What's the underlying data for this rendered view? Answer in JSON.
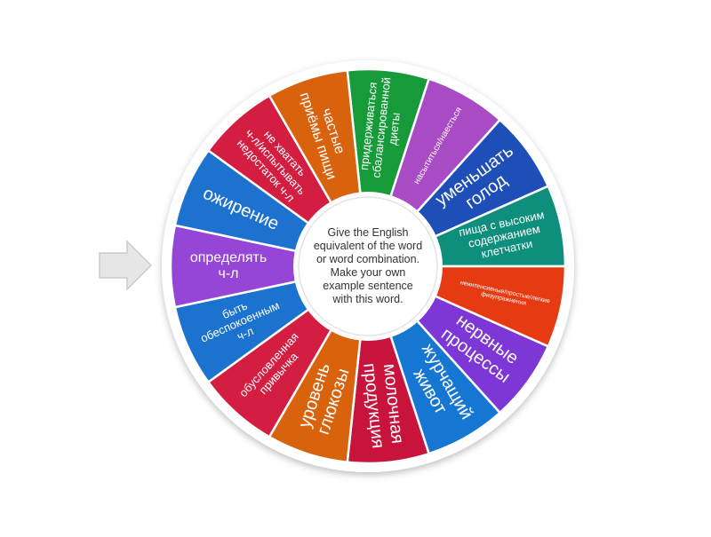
{
  "center": {
    "instruction": "Give the English\nequivalent of the word\nor word combination.\nMake your own\nexample sentence\nwith this word."
  },
  "pointer": {
    "icon": "arrow-right-icon",
    "color": "#e6e6e6"
  },
  "segments": [
    {
      "label": "придерживаться сбалансированной диеты",
      "lines": [
        "придерживаться",
        "сбалансированной",
        "диеты"
      ],
      "color": "#169a3a"
    },
    {
      "label": "насытиться/наесться",
      "lines": [
        "насытиться/наесться"
      ],
      "color": "#a94bc4"
    },
    {
      "label": "уменьшать голод",
      "lines": [
        "уменьшать",
        "голод"
      ],
      "color": "#1e4fb8"
    },
    {
      "label": "пища с высоким содержанием клетчатки",
      "lines": [
        "пища с высоким",
        "содержанием",
        "клетчатки"
      ],
      "color": "#0e8f7e"
    },
    {
      "label": "неинтенсивные/простые/легкие физупражнения",
      "lines": [
        "неинтенсивные/простые/легкие",
        "физупражнения"
      ],
      "color": "#e63a12"
    },
    {
      "label": "нервные процессы",
      "lines": [
        "нервные",
        "процессы"
      ],
      "color": "#7d37d6"
    },
    {
      "label": "журчащий живот",
      "lines": [
        "журчащий",
        "живот"
      ],
      "color": "#1677d2"
    },
    {
      "label": "молочная продукция",
      "lines": [
        "молочная",
        "продукция"
      ],
      "color": "#c8143c"
    },
    {
      "label": "уровень глюкозы",
      "lines": [
        "уровень",
        "глюкозы"
      ],
      "color": "#d9620c"
    },
    {
      "label": "обусловленная привычка",
      "lines": [
        "обусловленная",
        "привычка"
      ],
      "color": "#d41e41"
    },
    {
      "label": "быть обеспокоенным ч-л",
      "lines": [
        "быть",
        "обеспокоенным",
        "ч-л"
      ],
      "color": "#1c73cf"
    },
    {
      "label": "определять ч-л",
      "lines": [
        "определять",
        "ч-л"
      ],
      "color": "#9546d6"
    },
    {
      "label": "ожирение",
      "lines": [
        "ожирение"
      ],
      "color": "#1d72cf"
    },
    {
      "label": "не хватать ч-л/испытывать недостаток ч-л",
      "lines": [
        "не хватать",
        "ч-л/испытывать",
        "недостаток ч-л"
      ],
      "color": "#d41e41"
    },
    {
      "label": "частые приёмы пищи",
      "lines": [
        "частые",
        "приёмы пищи"
      ],
      "color": "#d9620c"
    }
  ]
}
